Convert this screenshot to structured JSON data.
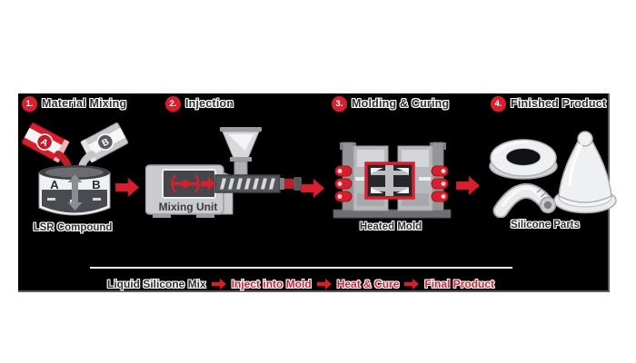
{
  "colors": {
    "accent_red": "#d6202e",
    "dark_red": "#b5121f",
    "panel_bg": "#000000",
    "text_dark": "#2d2e32",
    "machine_gray": "#c9cbce",
    "mold_gray": "#b7b9bc",
    "product_gray": "#eef0f2"
  },
  "steps": [
    {
      "number": "1.",
      "title": "Material Mixing",
      "caption": "LSR Compound"
    },
    {
      "number": "2.",
      "title": "Injection",
      "caption": "Mixing Unit"
    },
    {
      "number": "3.",
      "title": "Molding & Curing",
      "caption": "Heated Mold"
    },
    {
      "number": "4.",
      "title": "Finished Product",
      "caption": "Silicone Parts"
    }
  ],
  "mixing": {
    "can_a_label": "A",
    "can_b_label": "B",
    "barrel_a_label": "A",
    "barrel_b_label": "B"
  },
  "flow": {
    "item1": "Liquid Silicone Mix",
    "item2": "Inject into Mold",
    "item3": "Heat & Cure",
    "item4": "Final Product"
  },
  "icons": {
    "flow_arrow": "right-block-arrow"
  }
}
